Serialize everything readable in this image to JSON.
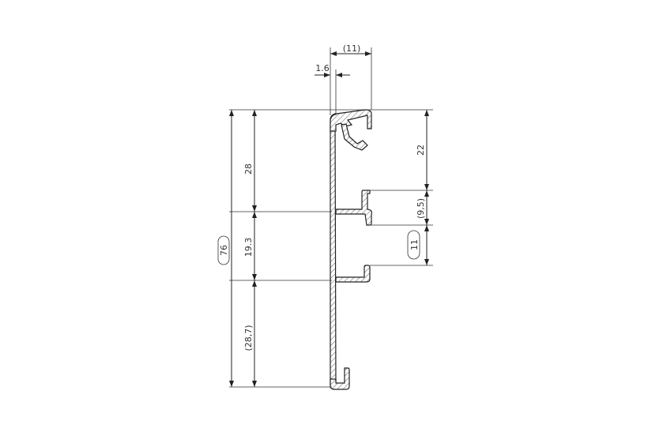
{
  "drawing": {
    "title": "Aluminium profile cross-section",
    "dimensions": {
      "overall_height": "76",
      "top_section": "28",
      "middle_section": "19.3",
      "bottom_section": "(28,7)",
      "top_to_lip": "22",
      "lip_gap": "(9,5)",
      "slot_height": "11",
      "top_width": "(11)",
      "wall_thickness": "1.6"
    },
    "line_color": "#222222",
    "background": "#ffffff"
  }
}
